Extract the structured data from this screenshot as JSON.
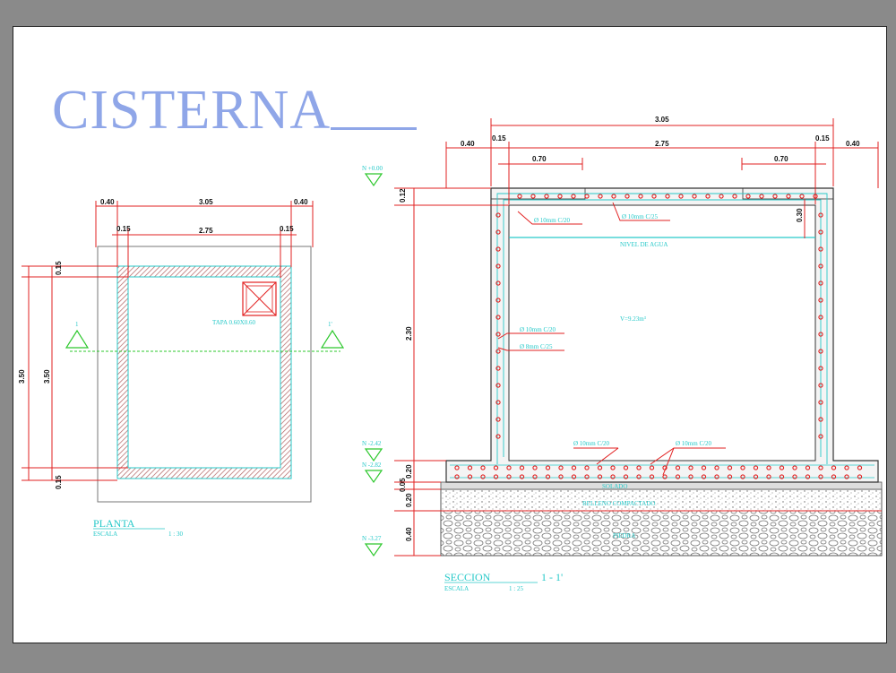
{
  "title": "CISTERNA",
  "colors": {
    "dim": "#e22020",
    "annotation": "#27c9c9",
    "title": "#8fa6e8",
    "rebar": "#e22020"
  },
  "plan": {
    "dims_top_outer": [
      "0.40",
      "3.05",
      "0.40"
    ],
    "dims_top_inner": [
      "0.15",
      "2.75",
      "0.15"
    ],
    "dims_left_outer": "3.50",
    "dims_left_inner": [
      "0.15",
      "3.50",
      "0.15"
    ],
    "lid_label": "TAPA 0.60X0.60",
    "section_marks": [
      "1",
      "1'"
    ],
    "caption": "PLANTA",
    "scale_label": "ESCALA",
    "scale_value": "1 : 30"
  },
  "section": {
    "dims_top_outer": "3.05",
    "dims_top_mid": [
      "0.40",
      "0.15",
      "2.75",
      "0.15",
      "0.40"
    ],
    "dims_top_inner": [
      "0.70",
      "0.70"
    ],
    "level_top": "N +0.00",
    "level_bottom_inner": "N -2.42",
    "level_slab": "N -2.82",
    "level_base": "N -3.27",
    "dims_left": [
      "0.12",
      "2.30",
      "0.20",
      "0.05",
      "0.20",
      "0.40"
    ],
    "dim_right": "0.30",
    "rebar_top_a": "Ø 10mm C/20",
    "rebar_top_b": "Ø 10mm C/25",
    "rebar_wall_a": "Ø 10mm C/20",
    "rebar_wall_b": "Ø 8mm C/25",
    "rebar_bottom_a": "Ø 10mm C/20",
    "rebar_bottom_b": "Ø 10mm C/20",
    "water_level": "NIVEL DE AGUA",
    "volume": "V=9.23m³",
    "solado": "SOLADO",
    "fill": "RELLENO COMPACTADO",
    "stone": "PIEDRA",
    "caption": "SECCION",
    "caption_mark": "1 - 1'",
    "scale_label": "ESCALA",
    "scale_value": "1 : 25"
  }
}
